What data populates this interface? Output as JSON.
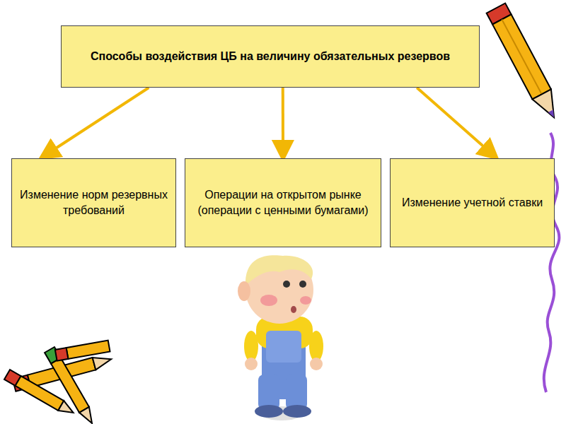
{
  "diagram": {
    "nodes": [
      {
        "text": [
          "Способы воздействия ЦБ на величину обязательных резервов"
        ]
      },
      {
        "text": [
          "Изменение норм резервных требований"
        ]
      },
      {
        "text": [
          "Операции на открытом рынке (операции с ценными бумагами)"
        ]
      },
      {
        "text": [
          "Изменение учетной ставки"
        ]
      }
    ],
    "edges": [
      {
        "from": 0,
        "to": 1,
        "arrow": "to"
      },
      {
        "from": 0,
        "to": 2,
        "arrow": "to"
      },
      {
        "from": 0,
        "to": 3,
        "arrow": "to"
      }
    ]
  }
}
